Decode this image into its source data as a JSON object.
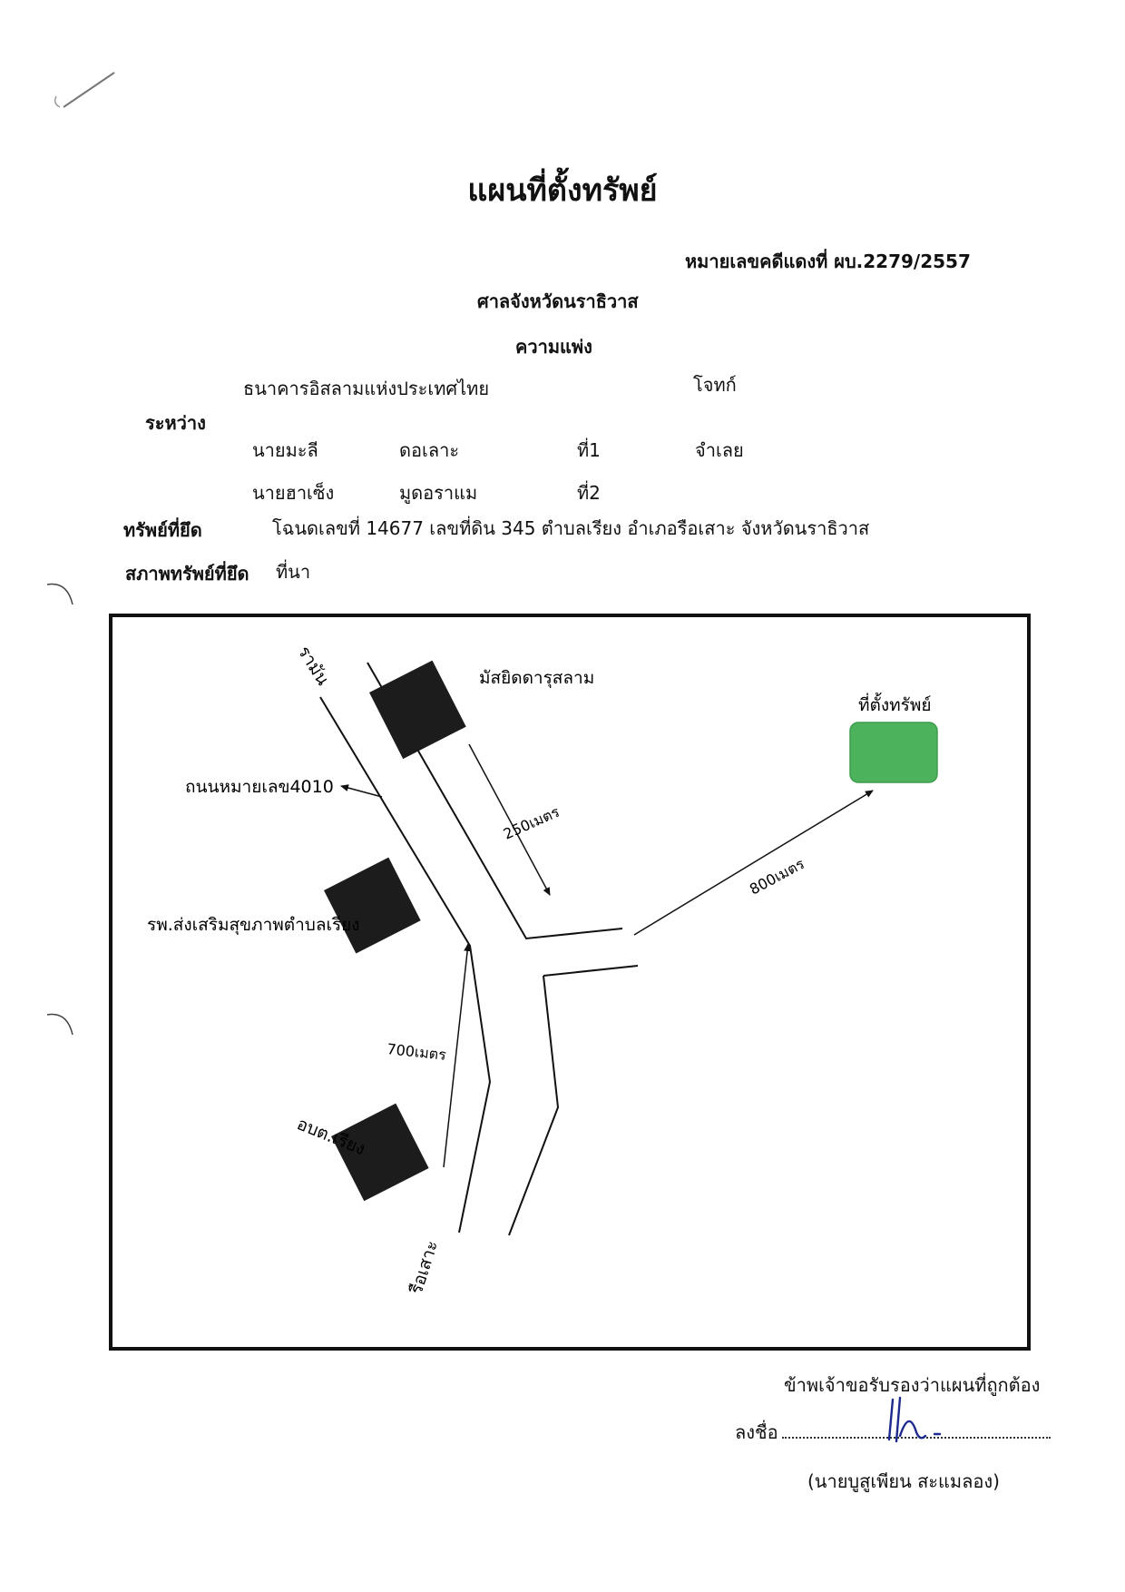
{
  "header": {
    "title": "แผนที่ตั้งทรัพย์",
    "case_no": "หมายเลขคดีแดงที่ ผบ.2279/2557",
    "court": "ศาลจังหวัดนราธิวาส",
    "case_type": "ความแพ่ง"
  },
  "parties": {
    "plaintiff_name": "ธนาคารอิสลามแห่งประเทศไทย",
    "plaintiff_role": "โจทก์",
    "between_label": "ระหว่าง",
    "defendants": [
      {
        "first": "นายมะลี",
        "last": "ดอเลาะ",
        "no": "ที่1",
        "role": "จำเลย"
      },
      {
        "first": "นายฮาเซ็ง",
        "last": "มูดอราแม",
        "no": "ที่2"
      }
    ]
  },
  "property": {
    "seized_label": "ทรัพย์ที่ยึด",
    "seized_value": "โฉนดเลขที่ 14677 เลขที่ดิน 345 ตำบลเรียง  อำเภอรือเสาะ จังหวัดนราธิวาส",
    "condition_label": "สภาพทรัพย์ที่ยึด",
    "condition_value": "ที่นา"
  },
  "map": {
    "labels": {
      "road_north": "รามัน",
      "road_south": "รือเสาะ",
      "road_name": "ถนนหมายเลข4010",
      "mosque": "มัสยิดดารุสลาม",
      "health_center": "รพ.ส่งเสริมสุขภาพตำบลเรียง",
      "sao": "อบต.เรียง",
      "property": "ที่ตั้งทรัพย์"
    },
    "distances": {
      "d250": "250เมตร",
      "d700": "700เมตร",
      "d800": "800เมตร"
    },
    "colors": {
      "building": "#1c1c1c",
      "property": "#4cb35c",
      "line": "#111111"
    }
  },
  "footer": {
    "certify": "ข้าพเจ้าขอรับรองว่าแผนที่ถูกต้อง",
    "sign_label": "ลงชื่อ",
    "signer": "(นายบูสูเพียน  สะแมลอง)"
  }
}
